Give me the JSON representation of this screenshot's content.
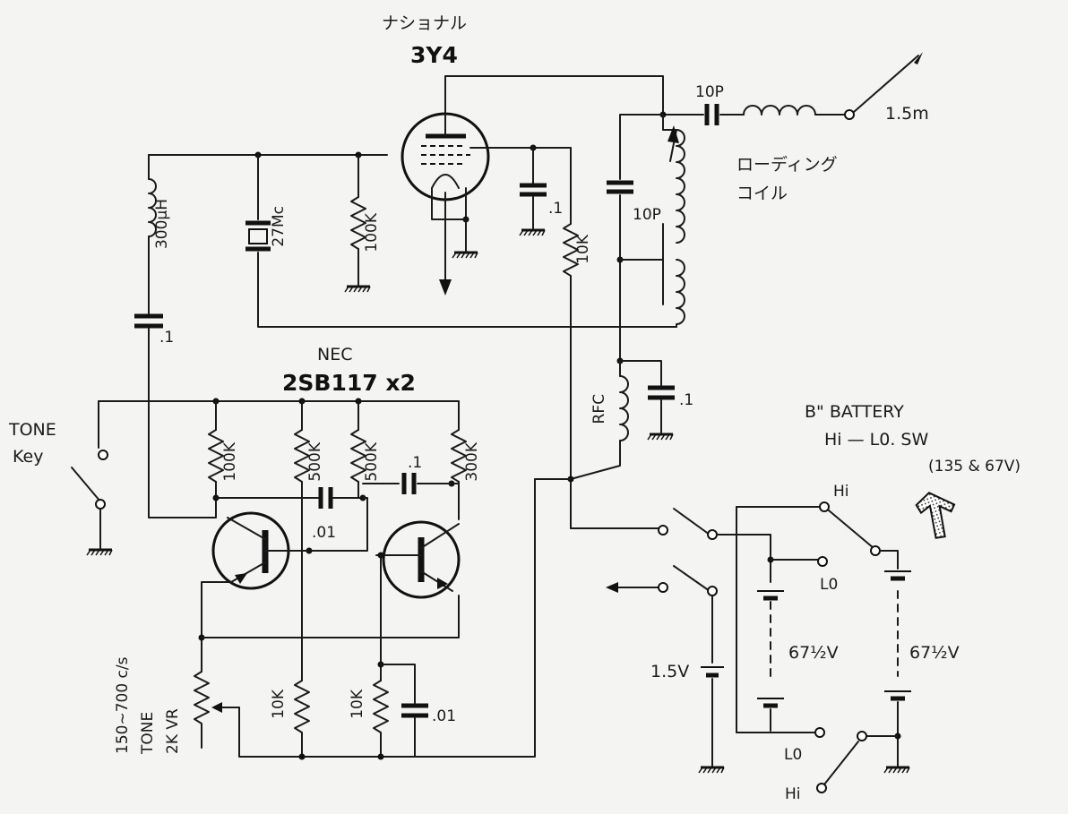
{
  "tube": {
    "maker": "ナショナル",
    "type": "3Y4"
  },
  "transistors": {
    "maker": "NEC",
    "type": "2SB117 x2"
  },
  "antenna": {
    "cap": "10P",
    "length": "1.5m"
  },
  "loading_coil": {
    "line1": "ローディング",
    "line2": "コイル"
  },
  "components": {
    "choke": "300μH",
    "crystal": "27Mc",
    "r_grid": "100K",
    "c_screen": ".1",
    "r_screen": "10K",
    "c_tank": "10P",
    "c_coupling": ".1",
    "rfc": "RFC",
    "c_rfc": ".1",
    "r_b1": "100K",
    "r_b2": "500K",
    "r_b3": "500K",
    "r_b4": "300K",
    "c_osc1": ".01",
    "c_osc2": ".1",
    "r_e1": "10K",
    "r_e2": "10K",
    "c_e2": ".01"
  },
  "tone": {
    "key_line1": "TONE",
    "key_line2": "Key",
    "vr_line1": "150~700 c/s",
    "vr_line2": "TONE",
    "vr_line3": "2K VR"
  },
  "battery_switch": {
    "line1": "B\" BATTERY",
    "line2": "Hi — L0. SW",
    "line3": "(135 & 67V)",
    "hi_top": "Hi",
    "lo_top": "L0",
    "lo_bottom": "L0",
    "hi_bottom": "Hi",
    "b1": "67½V",
    "b2": "67½V",
    "a_batt": "1.5V"
  }
}
